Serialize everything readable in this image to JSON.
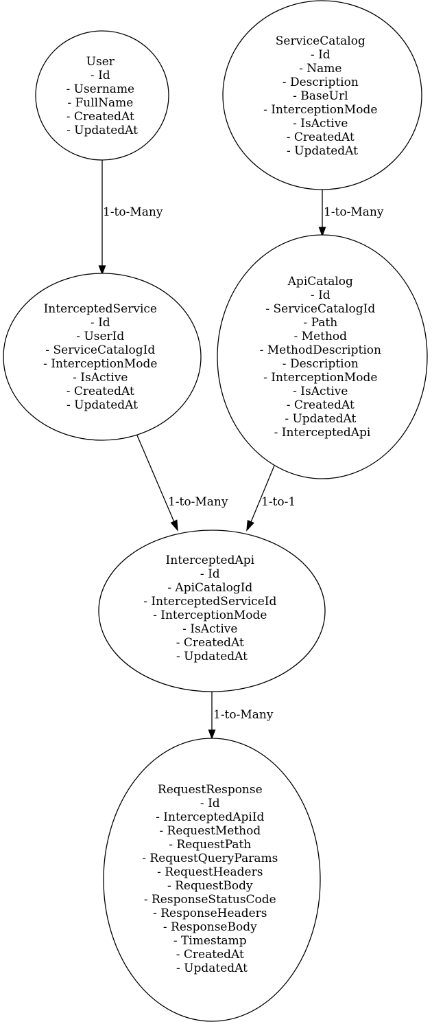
{
  "nodes": {
    "user": {
      "title": "User",
      "fields": [
        "- Id",
        "- Username",
        "- FullName",
        "- CreatedAt",
        "- UpdatedAt"
      ]
    },
    "service_catalog": {
      "title": "ServiceCatalog",
      "fields": [
        "- Id",
        "- Name",
        "- Description",
        "- BaseUrl",
        "- InterceptionMode",
        "- IsActive",
        "- CreatedAt",
        "- UpdatedAt"
      ]
    },
    "intercepted_service": {
      "title": "InterceptedService",
      "fields": [
        "- Id",
        "- UserId",
        "- ServiceCatalogId",
        "- InterceptionMode",
        "- IsActive",
        "- CreatedAt",
        "- UpdatedAt"
      ]
    },
    "api_catalog": {
      "title": "ApiCatalog",
      "fields": [
        "- Id",
        "- ServiceCatalogId",
        "- Path",
        "- Method",
        "- MethodDescription",
        "- Description",
        "- InterceptionMode",
        "- IsActive",
        "- CreatedAt",
        "- UpdatedAt",
        "- InterceptedApi"
      ]
    },
    "intercepted_api": {
      "title": "InterceptedApi",
      "fields": [
        "- Id",
        "- ApiCatalogId",
        "- InterceptedServiceId",
        "- InterceptionMode",
        "- IsActive",
        "- CreatedAt",
        "- UpdatedAt"
      ]
    },
    "request_response": {
      "title": "RequestResponse",
      "fields": [
        "- Id",
        "- InterceptedApiId",
        "- RequestMethod",
        "- RequestPath",
        "- RequestQueryParams",
        "- RequestHeaders",
        "- RequestBody",
        "- ResponseStatusCode",
        "- ResponseHeaders",
        "- ResponseBody",
        "- Timestamp",
        "- CreatedAt",
        "- UpdatedAt"
      ]
    }
  },
  "edges": {
    "user_to_intercepted_service": {
      "from": "User",
      "to": "InterceptedService",
      "label": "1-to-Many"
    },
    "service_catalog_to_api_catalog": {
      "from": "ServiceCatalog",
      "to": "ApiCatalog",
      "label": "1-to-Many"
    },
    "intercepted_service_to_intercepted_api": {
      "from": "InterceptedService",
      "to": "InterceptedApi",
      "label": "1-to-Many"
    },
    "api_catalog_to_intercepted_api": {
      "from": "ApiCatalog",
      "to": "InterceptedApi",
      "label": "1-to-1"
    },
    "intercepted_api_to_request_response": {
      "from": "InterceptedApi",
      "to": "RequestResponse",
      "label": "1-to-Many"
    }
  }
}
